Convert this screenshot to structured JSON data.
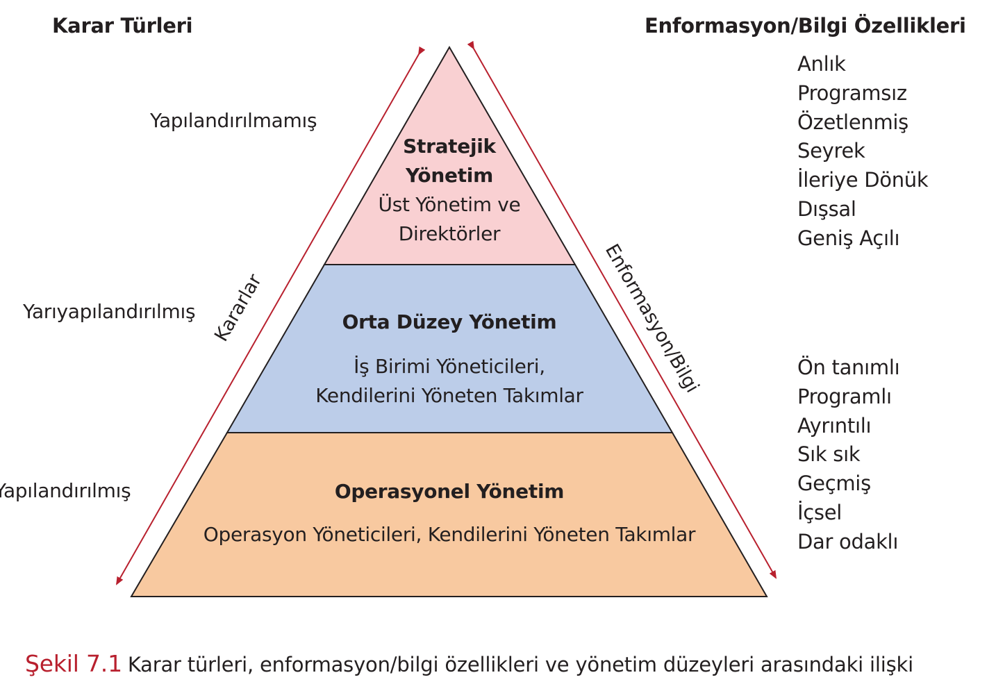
{
  "headers": {
    "left": "Karar Türleri",
    "right": "Enformasyon/Bilgi Özellikleri"
  },
  "decision_types": {
    "top": "Yapılandırılmamış",
    "middle": "Yarıyapılandırılmış",
    "bottom": "Yapılandırılmış"
  },
  "info_top": [
    "Anlık",
    "Programsız",
    "Özetlenmiş",
    "Seyrek",
    "İleriye Dönük",
    "Dışsal",
    "Geniş Açılı"
  ],
  "info_bottom": [
    "Ön tanımlı",
    "Programlı",
    "Ayrıntılı",
    "Sık sık",
    "Geçmiş",
    "İçsel",
    "Dar odaklı"
  ],
  "levels": {
    "strategic": {
      "title_line1": "Stratejik",
      "title_line2": "Yönetim",
      "desc_line1": "Üst Yönetim ve",
      "desc_line2": "Direktörler"
    },
    "middle": {
      "title": "Orta Düzey Yönetim",
      "desc_line1": "İş Birimi Yöneticileri,",
      "desc_line2": "Kendilerini Yöneten Takımlar"
    },
    "operational": {
      "title": "Operasyonel Yönetim",
      "desc": "Operasyon Yöneticileri, Kendilerini Yöneten Takımlar"
    }
  },
  "arrows": {
    "left": "Kararlar",
    "right": "Enformasyon/Bilgi"
  },
  "caption": {
    "figure": "Şekil 7.1",
    "text": "Karar türleri, enformasyon/bilgi özellikleri ve yönetim düzeyleri arasındaki ilişki"
  },
  "colors": {
    "strategic_fill": "#f9d0d2",
    "middle_fill": "#bccde9",
    "operational_fill": "#f8c9a0",
    "arrow": "#b8202e",
    "outline": "#231f20"
  }
}
